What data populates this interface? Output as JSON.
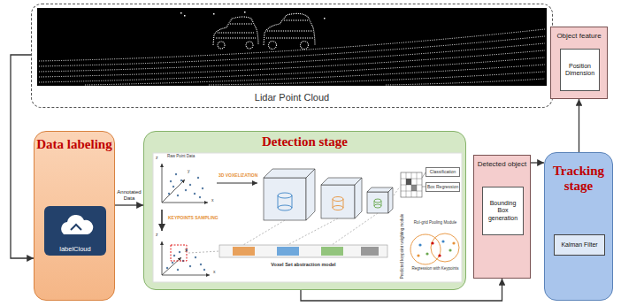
{
  "diagram": {
    "nodes": [
      {
        "text": [
          "Lidar Point Cloud"
        ]
      },
      {
        "text": [
          "Data labeling"
        ]
      },
      {
        "text": [
          "labelCloud"
        ],
        "in": 1
      },
      {
        "text": [
          "Detection stage"
        ]
      },
      {
        "text": [
          "Classification"
        ],
        "in": 3
      },
      {
        "text": [
          "Box Regression"
        ],
        "in": 3
      },
      {
        "text": [
          "Detected object"
        ]
      },
      {
        "text": [
          "Bounding Box generation"
        ],
        "in": 6
      },
      {
        "text": [
          "Tracking stage"
        ]
      },
      {
        "text": [
          "Kalman Filter"
        ],
        "in": 8
      },
      {
        "text": [
          "Object feature"
        ]
      },
      {
        "text": [
          "Position Dimension"
        ],
        "in": 10
      }
    ],
    "edges": [
      {
        "from": 0,
        "to": 1,
        "arrow": "to"
      },
      {
        "from": 1,
        "to": 3,
        "label": "Annotated Data",
        "arrow": "to"
      },
      {
        "from": 3,
        "to": 6,
        "arrow": "to"
      },
      {
        "from": 6,
        "to": 8,
        "arrow": "to"
      },
      {
        "from": 8,
        "to": 10,
        "arrow": "to"
      }
    ],
    "labels": [
      "z",
      "y",
      "x",
      "Raw Point Data",
      "3D VOXELIZATION",
      "KEYPOINTS SAMPLING",
      "z",
      "y",
      "x",
      "Voxel Set abstraction model",
      "Predicted keypoint weighting module",
      "RoI-grid Pooling Module",
      "Regression with Keypoints"
    ]
  }
}
